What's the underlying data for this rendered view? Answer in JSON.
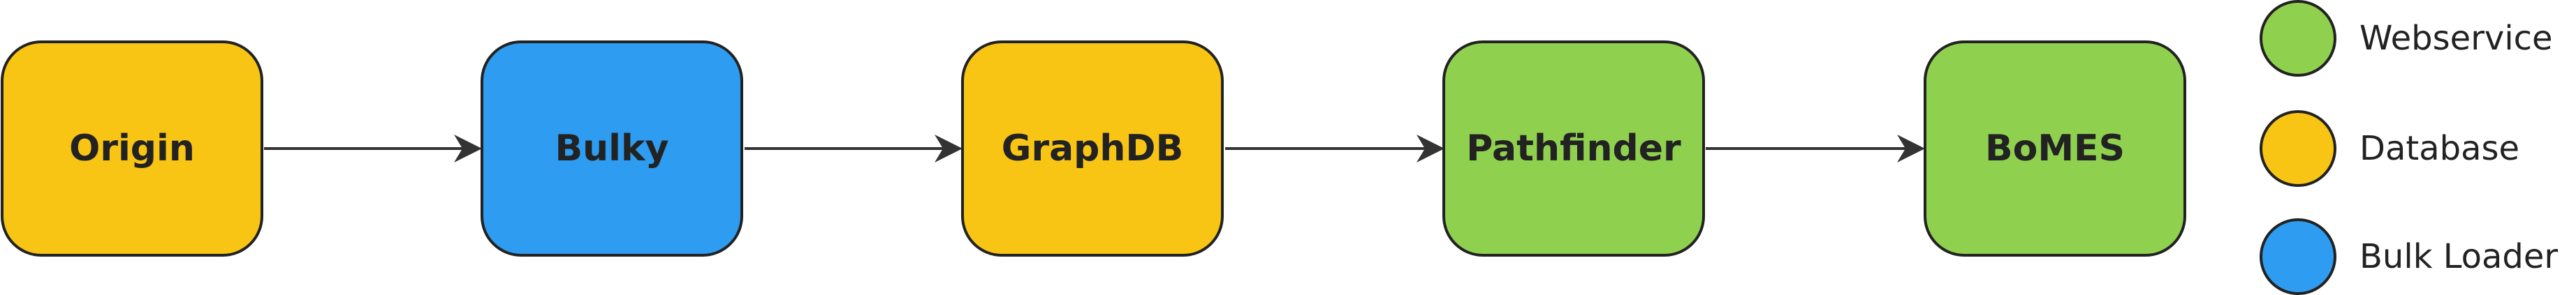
{
  "nodes": [
    {
      "id": "origin",
      "label": "Origin",
      "color": "#F9C515"
    },
    {
      "id": "bulky",
      "label": "Bulky",
      "color": "#2E9CF0"
    },
    {
      "id": "graphdb",
      "label": "GraphDB",
      "color": "#F9C515"
    },
    {
      "id": "pathfinder",
      "label": "Pathfinder",
      "color": "#8FD14F"
    },
    {
      "id": "bomes",
      "label": "BoMES",
      "color": "#8FD14F"
    }
  ],
  "edges": [
    {
      "from": "origin",
      "to": "bulky"
    },
    {
      "from": "bulky",
      "to": "graphdb"
    },
    {
      "from": "graphdb",
      "to": "pathfinder"
    },
    {
      "from": "pathfinder",
      "to": "bomes"
    }
  ],
  "legend": [
    {
      "label": "Webservice",
      "color": "#8FD14F"
    },
    {
      "label": "Database",
      "color": "#F9C515"
    },
    {
      "label": "Bulk Loader",
      "color": "#2E9CF0"
    }
  ],
  "colors": {
    "stroke": "#222222",
    "arrow": "#333333"
  }
}
